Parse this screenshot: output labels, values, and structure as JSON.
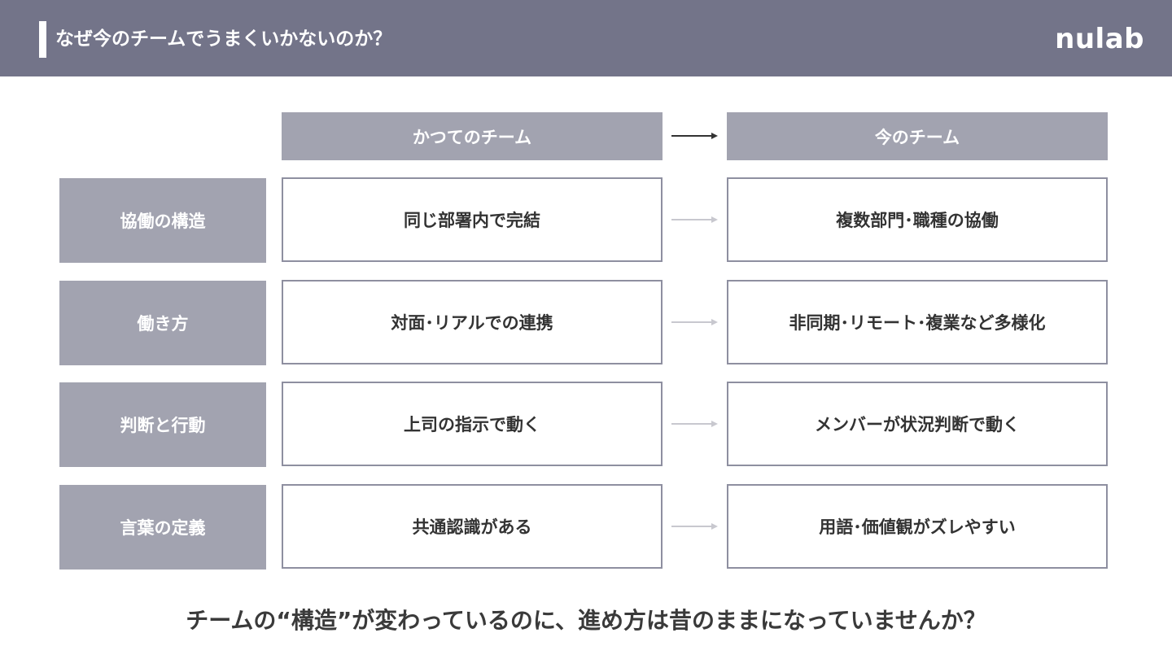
{
  "header": {
    "title": "なぜ今のチームでうまくいかないのか？",
    "logo": "nulab",
    "background": "#737489"
  },
  "columns": {
    "before": "かつてのチーム",
    "after": "今のチーム"
  },
  "rows": [
    {
      "label": "協働の構造",
      "before": "同じ部署内で完結",
      "after": "複数部門･職種の協働"
    },
    {
      "label": "働き方",
      "before": "対面･リアルでの連携",
      "after": "非同期･リモート･複業など多様化"
    },
    {
      "label": "判断と行動",
      "before": "上司の指示で動く",
      "after": "メンバーが状況判断で動く"
    },
    {
      "label": "言葉の定義",
      "before": "共通認識がある",
      "after": "用語･価値観がズレやすい"
    }
  ],
  "footer": "チームの“構造”が変わっているのに、進め方は昔のままになっていませんか？",
  "colors": {
    "label_bg": "#a2a3b0",
    "cell_border": "#8e8fa0",
    "arrow_dark": "#333333",
    "arrow_light": "#c8c8cf"
  },
  "icons": {
    "header_arrow": "arrow-right-icon",
    "row_arrow": "arrow-right-icon"
  }
}
